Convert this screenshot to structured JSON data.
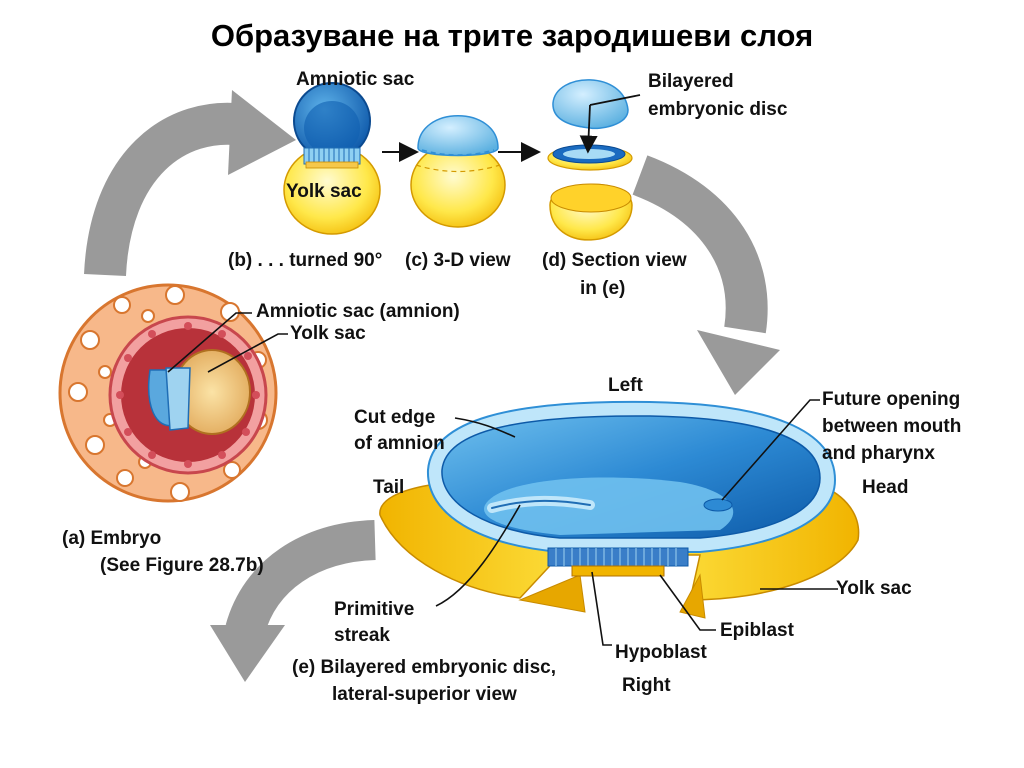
{
  "title": "Образуване на трите зародишеви слоя",
  "top": {
    "amniotic_sac": "Amniotic sac",
    "yolk_sac": "Yolk sac",
    "bilayered_1": "Bilayered",
    "bilayered_2": "embryonic disc",
    "caption_b": "(b) . . . turned 90°",
    "caption_c": "(c) 3-D view",
    "caption_d_1": "(d) Section view",
    "caption_d_2": "in (e)"
  },
  "embryo": {
    "amnion_label": "Amniotic sac (amnion)",
    "yolk_label": "Yolk sac",
    "caption_1": "(a) Embryo",
    "caption_2": "(See Figure 28.7b)"
  },
  "disc": {
    "left": "Left",
    "right": "Right",
    "tail": "Tail",
    "head": "Head",
    "cut_edge_1": "Cut edge",
    "cut_edge_2": "of amnion",
    "future_1": "Future opening",
    "future_2": "between mouth",
    "future_3": "and pharynx",
    "yolk_sac": "Yolk sac",
    "epiblast": "Epiblast",
    "hypoblast": "Hypoblast",
    "primitive_1": "Primitive",
    "primitive_2": "streak",
    "caption_1": "(e) Bilayered embryonic disc,",
    "caption_2": "lateral-superior view"
  },
  "colors": {
    "amnion_blue": "#2f8fd6",
    "amnion_light": "#9fd3f0",
    "yolk_yellow": "#ffe24a",
    "yolk_dark": "#f1b400",
    "embryo_orange": "#f5a46a",
    "embryo_red": "#b8323a",
    "arrow_gray": "#9a9a9a"
  }
}
